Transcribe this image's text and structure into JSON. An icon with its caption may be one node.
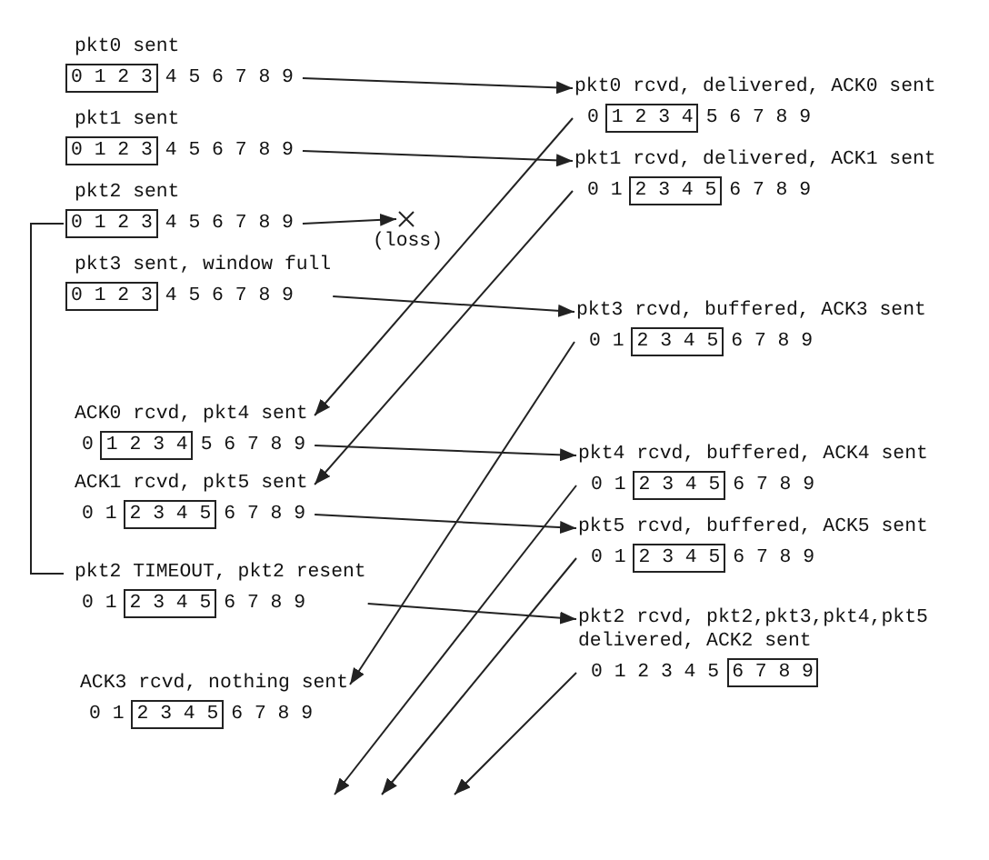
{
  "diagram": {
    "nodes": [
      {
        "text": [
          "pkt0 sent"
        ]
      },
      {
        "text": [
          "0 1 2 3"
        ],
        "in": 0,
        "beside": [
          "4 5 6 7 8 9"
        ]
      },
      {
        "text": [
          "pkt0 rcvd, delivered, ACK0 sent"
        ]
      },
      {
        "text": [
          "1 2 3 4"
        ],
        "in": 2,
        "beside": [
          "0",
          "5 6 7 8 9"
        ]
      },
      {
        "text": [
          "pkt1 sent"
        ]
      },
      {
        "text": [
          "0 1 2 3"
        ],
        "in": 4,
        "beside": [
          "4 5 6 7 8 9"
        ]
      },
      {
        "text": [
          "pkt1 rcvd, delivered, ACK1 sent"
        ]
      },
      {
        "text": [
          "2 3 4 5"
        ],
        "in": 6,
        "beside": [
          "0 1",
          "6 7 8 9"
        ]
      },
      {
        "text": [
          "pkt2 sent"
        ]
      },
      {
        "text": [
          "0 1 2 3"
        ],
        "in": 8,
        "beside": [
          "4 5 6 7 8 9"
        ]
      },
      {
        "text": [],
        "shape": "cross",
        "beside": [
          "(loss)"
        ]
      },
      {
        "text": [
          "pkt3 sent, window full"
        ]
      },
      {
        "text": [
          "0 1 2 3"
        ],
        "in": 11,
        "beside": [
          "4 5 6 7 8 9"
        ]
      },
      {
        "text": [
          "pkt3 rcvd, buffered, ACK3 sent"
        ]
      },
      {
        "text": [
          "2 3 4 5"
        ],
        "in": 13,
        "beside": [
          "0 1",
          "6 7 8 9"
        ]
      },
      {
        "text": [
          "ACK0 rcvd, pkt4 sent"
        ]
      },
      {
        "text": [
          "1 2 3 4"
        ],
        "in": 15,
        "beside": [
          "0",
          "5 6 7 8 9"
        ]
      },
      {
        "text": [
          "pkt4 rcvd, buffered, ACK4 sent"
        ]
      },
      {
        "text": [
          "2 3 4 5"
        ],
        "in": 17,
        "beside": [
          "0 1",
          "6 7 8 9"
        ]
      },
      {
        "text": [
          "ACK1 rcvd, pkt5 sent"
        ]
      },
      {
        "text": [
          "2 3 4 5"
        ],
        "in": 19,
        "beside": [
          "0 1",
          "6 7 8 9"
        ]
      },
      {
        "text": [
          "pkt5 rcvd, buffered, ACK5 sent"
        ]
      },
      {
        "text": [
          "2 3 4 5"
        ],
        "in": 21,
        "beside": [
          "0 1",
          "6 7 8 9"
        ]
      },
      {
        "text": [
          "pkt2 TIMEOUT, pkt2 resent"
        ]
      },
      {
        "text": [
          "2 3 4 5"
        ],
        "in": 23,
        "beside": [
          "0 1",
          "6 7 8 9"
        ]
      },
      {
        "text": [
          "pkt2 rcvd, pkt2,pkt3,pkt4,pkt5 delivered, ACK2 sent"
        ]
      },
      {
        "text": [
          "6 7 8 9"
        ],
        "in": 25,
        "beside": [
          "0 1 2 3 4 5"
        ]
      },
      {
        "text": [
          "ACK3 rcvd, nothing sent"
        ]
      },
      {
        "text": [
          "2 3 4 5"
        ],
        "in": 27,
        "beside": [
          "0 1",
          "6 7 8 9"
        ]
      }
    ],
    "edges": [
      {
        "from": 0,
        "to": 2,
        "arrow": "to"
      },
      {
        "from": 4,
        "to": 6,
        "arrow": "to"
      },
      {
        "from": 8,
        "to": 10,
        "arrow": "to"
      },
      {
        "from": 2,
        "to": 15,
        "arrow": "to"
      },
      {
        "from": 6,
        "to": 19,
        "arrow": "to"
      },
      {
        "from": 11,
        "to": 13,
        "arrow": "to"
      },
      {
        "from": 13,
        "to": 27,
        "arrow": "to"
      },
      {
        "from": 8,
        "to": 23,
        "arrow": "none"
      },
      {
        "from": 15,
        "to": 17,
        "arrow": "to"
      },
      {
        "from": 19,
        "to": 21,
        "arrow": "to"
      },
      {
        "from": 17,
        "to": null,
        "arrow": "to"
      },
      {
        "from": 21,
        "to": null,
        "arrow": "to"
      },
      {
        "from": 23,
        "to": 25,
        "arrow": "to"
      },
      {
        "from": 25,
        "to": null,
        "arrow": "to"
      }
    ]
  }
}
